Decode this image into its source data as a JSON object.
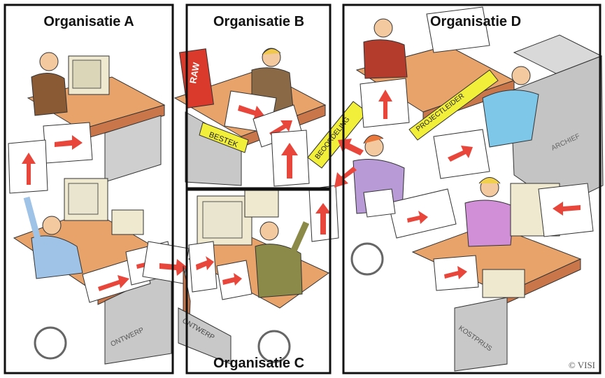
{
  "organisations": [
    {
      "id": "A",
      "title": "Organisatie A"
    },
    {
      "id": "B",
      "title": "Organisatie B"
    },
    {
      "id": "C",
      "title": "Organisatie C"
    },
    {
      "id": "D",
      "title": "Organisatie D"
    }
  ],
  "labels": {
    "raw_binder": "RAW",
    "bestek": "BESTEK",
    "beoordeling": "BEOORDELING",
    "projectleider": "PROJECTLEIDER",
    "archief": "ARCHIEF",
    "ontwerp_a": "ONTWERP",
    "ontwerp_c": "ONTWERP",
    "kostprijs": "KOSTPRIJS"
  },
  "copyright": "© VISI",
  "colors": {
    "border": "#111111",
    "desk_top": "#e8a36a",
    "desk_side": "#c9774a",
    "cabinet": "#c8c8c8",
    "computer": "#efe9cf",
    "arrow": "#e8463b",
    "sign": "#f2ef3a"
  }
}
